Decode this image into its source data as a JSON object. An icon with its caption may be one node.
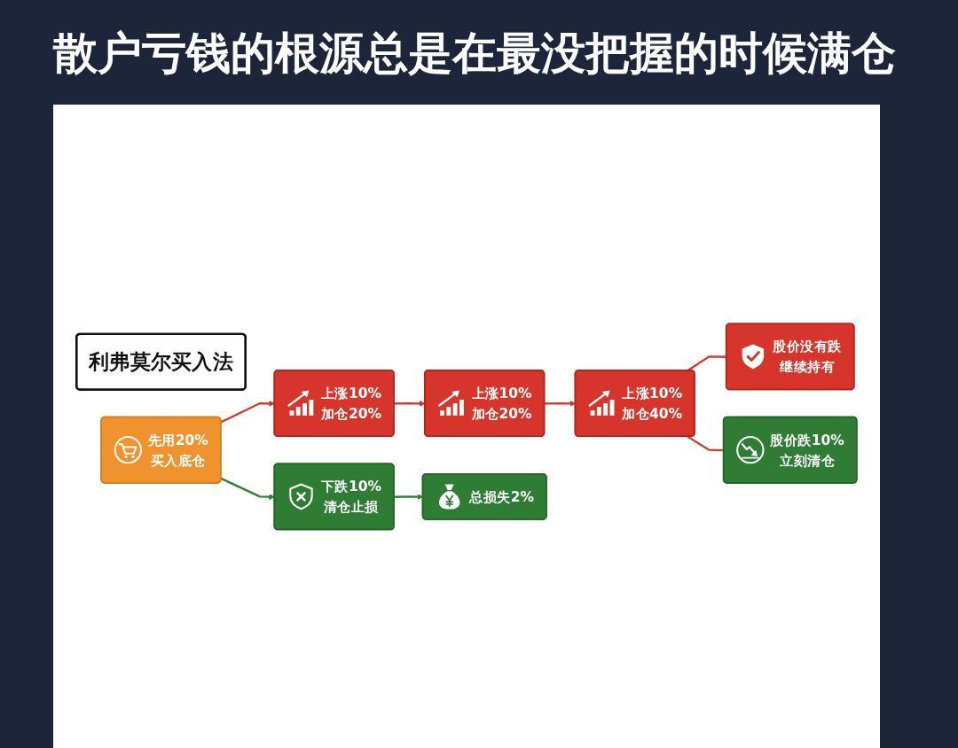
{
  "diagram": {
    "title": "散户亏钱的根源总是在最没把握的时候满仓",
    "nodes": [
      {
        "text": [
          "利弗莫尔买入法"
        ]
      },
      {
        "text": [
          "先用20%",
          "买入底仓"
        ]
      },
      {
        "text": [
          "上涨10%",
          "加仓20%"
        ]
      },
      {
        "text": [
          "上涨10%",
          "加仓20%"
        ]
      },
      {
        "text": [
          "上涨10%",
          "加仓40%"
        ]
      },
      {
        "text": [
          "股价没有跌",
          "继续持有"
        ]
      },
      {
        "text": [
          "股价跌10%",
          "立刻清仓"
        ]
      },
      {
        "text": [
          "下跌10%",
          "清仓止损"
        ]
      },
      {
        "text": [
          "总损失2%"
        ]
      }
    ],
    "edges": [
      {
        "from": 1,
        "to": 2,
        "arrow": "to"
      },
      {
        "from": 2,
        "to": 3,
        "arrow": "to"
      },
      {
        "from": 3,
        "to": 4,
        "arrow": "to"
      },
      {
        "from": 4,
        "to": 5,
        "arrow": "none"
      },
      {
        "from": 4,
        "to": 6,
        "arrow": "none"
      },
      {
        "from": 1,
        "to": 7,
        "arrow": "to",
        "color": "#2e7d32"
      },
      {
        "from": 7,
        "to": 8,
        "arrow": "to",
        "color": "#2e7d32"
      }
    ]
  }
}
